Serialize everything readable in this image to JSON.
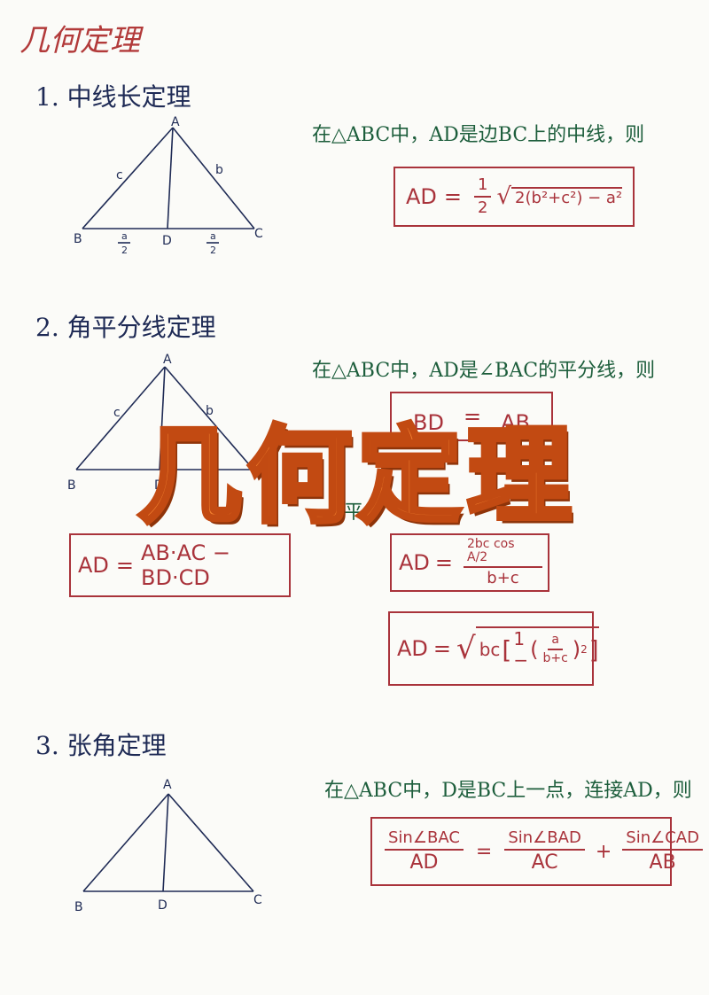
{
  "page_title": "几何定理",
  "watermark": "几何定理",
  "sections": [
    {
      "heading": "1. 中线长定理",
      "statement": "在△ABC中，AD是边BC上的中线，则",
      "diagram": {
        "A": "A",
        "B": "B",
        "C": "C",
        "D": "D",
        "c": "c",
        "b": "b",
        "half_num": "a",
        "half_den": "2"
      },
      "formula": {
        "lhs": "AD",
        "eq": "=",
        "coef_num": "1",
        "coef_den": "2",
        "radicand": "2(b²+c²) − a²"
      }
    },
    {
      "heading": "2. 角平分线定理",
      "statement": "在△ABC中，AD是∠BAC的平分线，则",
      "diagram": {
        "A": "A",
        "B": "B",
        "D": "D",
        "c": "c",
        "b": "b"
      },
      "ratio_formula": {
        "lhs_num": "BD",
        "eq": "=",
        "rhs_num": "AB"
      },
      "length_formula": {
        "lhs": "AD",
        "eq": "=",
        "text": "AB·AC − BD·CD"
      },
      "partial_text": "平分",
      "cos_formula": {
        "lhs": "AD",
        "eq": "=",
        "num": "2bc cos A/2",
        "den": "b+c"
      },
      "sqrt_formula": {
        "lhs": "AD",
        "eq": "=",
        "bc": "bc",
        "one": "1 −",
        "inner_num": "a",
        "inner_den": "b+c",
        "power": "2"
      }
    },
    {
      "heading": "3. 张角定理",
      "statement": "在△ABC中，D是BC上一点，连接AD，则",
      "diagram": {
        "A": "A",
        "B": "B",
        "C": "C",
        "D": "D"
      },
      "formula": {
        "t1_num": "Sin∠BAC",
        "t1_den": "AD",
        "eq": "=",
        "t2_num": "Sin∠BAD",
        "t2_den": "AC",
        "plus": "+",
        "t3_num": "Sin∠CAD",
        "t3_den": "AB"
      }
    }
  ]
}
